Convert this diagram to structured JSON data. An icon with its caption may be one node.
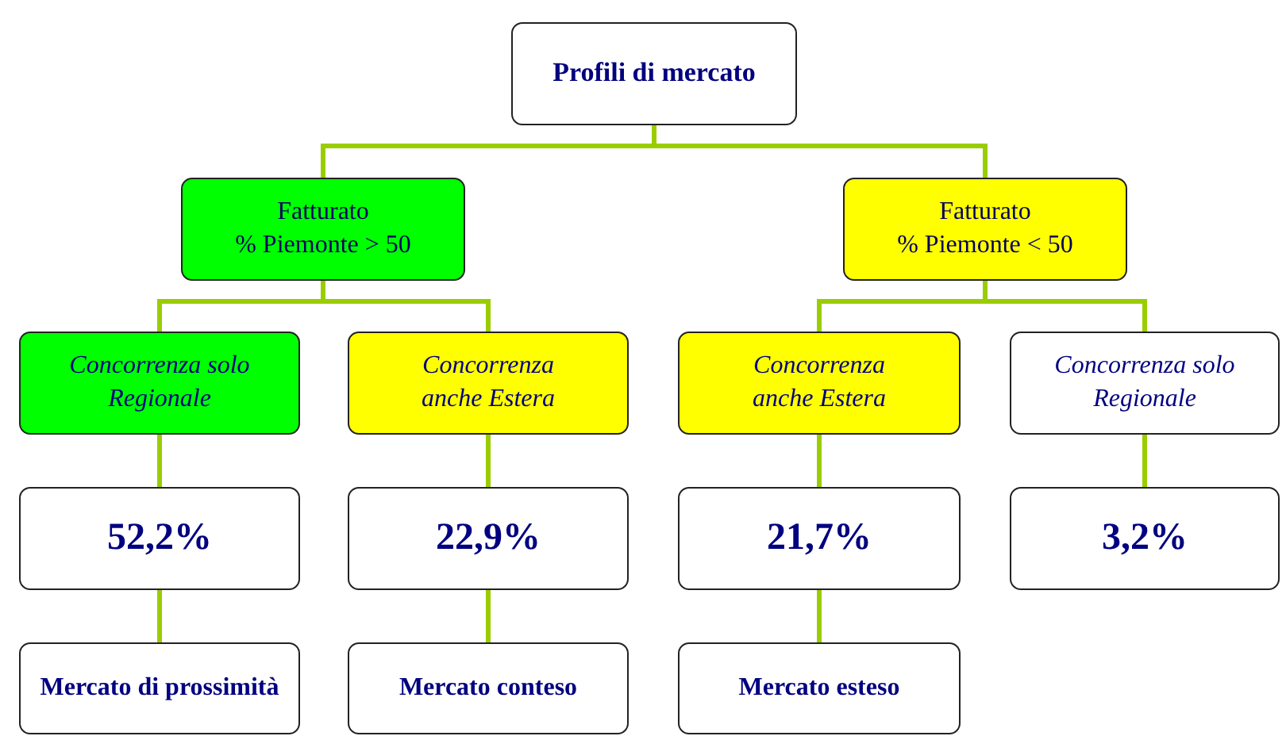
{
  "diagram": {
    "nodes": [
      {
        "text": [
          "Profili di mercato"
        ]
      },
      {
        "text": [
          "Fatturato",
          "% Piemonte > 50"
        ]
      },
      {
        "text": [
          "Fatturato",
          "% Piemonte < 50"
        ]
      },
      {
        "text": [
          "Concorrenza solo Regionale"
        ]
      },
      {
        "text": [
          "Concorrenza anche Estera"
        ]
      },
      {
        "text": [
          "Concorrenza anche Estera"
        ]
      },
      {
        "text": [
          "Concorrenza solo Regionale"
        ]
      },
      {
        "text": [
          "52,2%"
        ]
      },
      {
        "text": [
          "22,9%"
        ]
      },
      {
        "text": [
          "21,7%"
        ]
      },
      {
        "text": [
          "3,2%"
        ]
      },
      {
        "text": [
          "Mercato di prossimità"
        ]
      },
      {
        "text": [
          "Mercato conteso"
        ]
      },
      {
        "text": [
          "Mercato esteso"
        ]
      }
    ],
    "edges": [
      {
        "from": 0,
        "to": 1,
        "arrow": "none"
      },
      {
        "from": 0,
        "to": 2,
        "arrow": "none"
      },
      {
        "from": 1,
        "to": 3,
        "arrow": "none"
      },
      {
        "from": 1,
        "to": 4,
        "arrow": "none"
      },
      {
        "from": 2,
        "to": 5,
        "arrow": "none"
      },
      {
        "from": 2,
        "to": 6,
        "arrow": "none"
      },
      {
        "from": 3,
        "to": 7,
        "arrow": "none"
      },
      {
        "from": 4,
        "to": 8,
        "arrow": "none"
      },
      {
        "from": 5,
        "to": 9,
        "arrow": "none"
      },
      {
        "from": 6,
        "to": 10,
        "arrow": "none"
      },
      {
        "from": 7,
        "to": 11,
        "arrow": "none"
      },
      {
        "from": 8,
        "to": 12,
        "arrow": "none"
      },
      {
        "from": 9,
        "to": 13,
        "arrow": "none"
      }
    ]
  }
}
